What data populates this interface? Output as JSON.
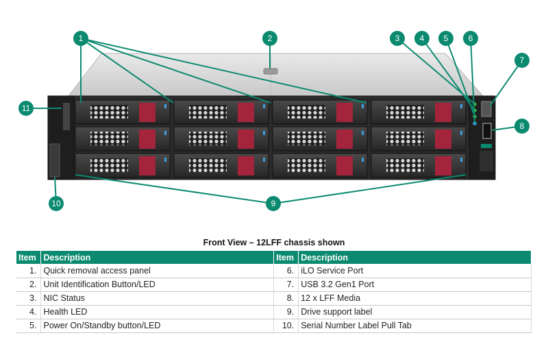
{
  "caption": "Front View – 12LFF chassis shown",
  "table": {
    "headers": {
      "item": "Item",
      "description": "Description"
    },
    "rows": [
      {
        "left_num": "1.",
        "left_desc": "Quick removal access panel",
        "right_num": "6.",
        "right_desc": "iLO Service Port"
      },
      {
        "left_num": "2.",
        "left_desc": "Unit Identification Button/LED",
        "right_num": "7.",
        "right_desc": "USB 3.2 Gen1 Port"
      },
      {
        "left_num": "3.",
        "left_desc": "NIC Status",
        "right_num": "8.",
        "right_desc": "12 x LFF Media"
      },
      {
        "left_num": "4.",
        "left_desc": "Health LED",
        "right_num": "9.",
        "right_desc": "Drive support label"
      },
      {
        "left_num": "5.",
        "left_desc": "Power On/Standby button/LED",
        "right_num": "10.",
        "right_desc": "Serial Number Label Pull Tab"
      }
    ]
  },
  "callouts": [
    "1",
    "2",
    "3",
    "4",
    "5",
    "6",
    "7",
    "8",
    "9",
    "10",
    "11"
  ],
  "colors": {
    "accent": "#0b8a70",
    "drive_handle": "#a3243b",
    "led_green": "#3ec43e",
    "led_blue": "#3aa0e0"
  }
}
